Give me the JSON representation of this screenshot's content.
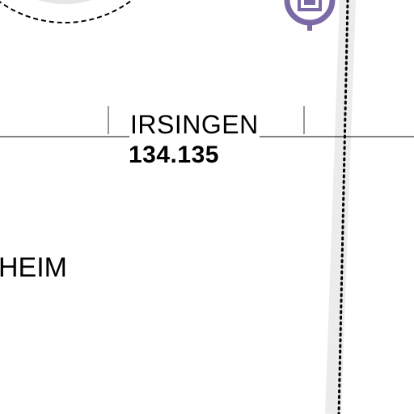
{
  "map": {
    "colors": {
      "background": "#ffffff",
      "line": "#000000",
      "route_band": "#ececec",
      "airspace_ring": "#e6e6e6",
      "navaid_symbol": "#7b6aa6"
    },
    "icons": {
      "navaid": "vor-navaid-icon",
      "airspace": "dashed-airspace-boundary"
    }
  },
  "labels": {
    "fix_name": "IRSINGEN",
    "fix_frequency": "134.135",
    "town_name": "HEIM"
  }
}
